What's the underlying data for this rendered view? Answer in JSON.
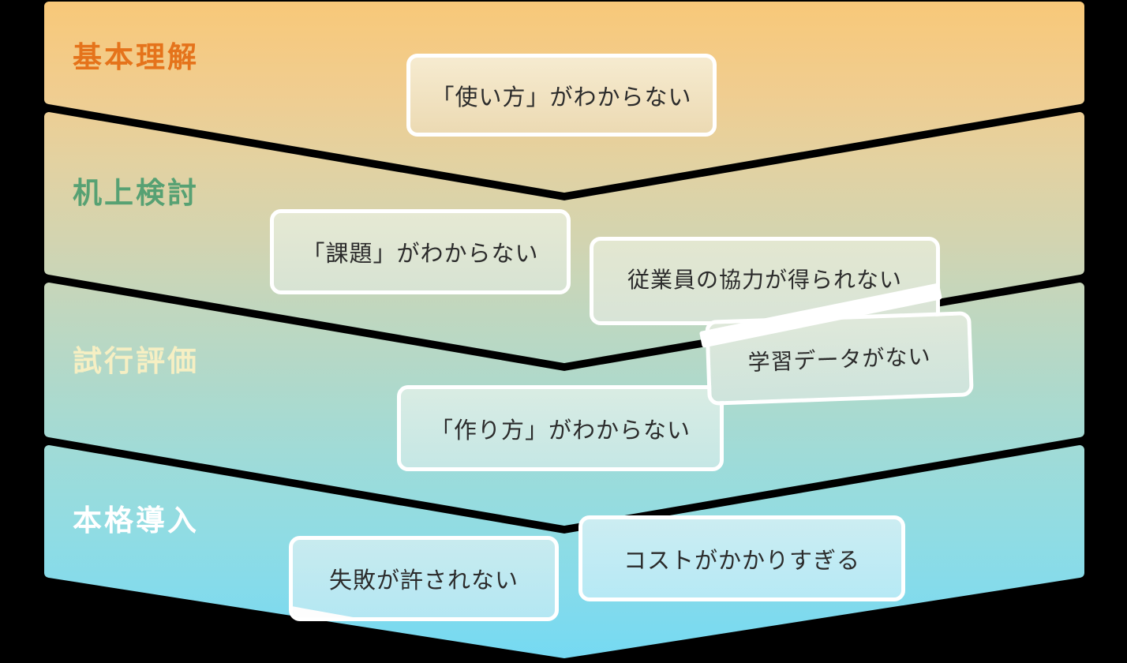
{
  "diagram": {
    "title_hint": "AI adoption phase funnel with obstacle callouts",
    "background": "#000000",
    "stages": [
      {
        "label": "基本理解",
        "color": "#e5731b"
      },
      {
        "label": "机上検討",
        "color": "#57a173"
      },
      {
        "label": "試行評価",
        "color": "#f6efc3"
      },
      {
        "label": "本格導入",
        "color": "#ffffff"
      }
    ],
    "callouts": {
      "usage": "「使い方」がわからない",
      "kadai": "「課題」がわからない",
      "employee": "従業員の協力が得られない",
      "data": "学習データがない",
      "build": "「作り方」がわからない",
      "cost": "コストがかかりすぎる",
      "failure": "失敗が許されない"
    },
    "gradient_stops": [
      "#f8c878",
      "#f0cd90",
      "#e2d2a2",
      "#d3d4b0",
      "#c0d7bf",
      "#afd9cb",
      "#a0dbd7",
      "#92dce2",
      "#86dbea",
      "#74d9f3"
    ],
    "callout_border_color": "#ffffff",
    "callout_text_color": "#2b2b2b"
  }
}
